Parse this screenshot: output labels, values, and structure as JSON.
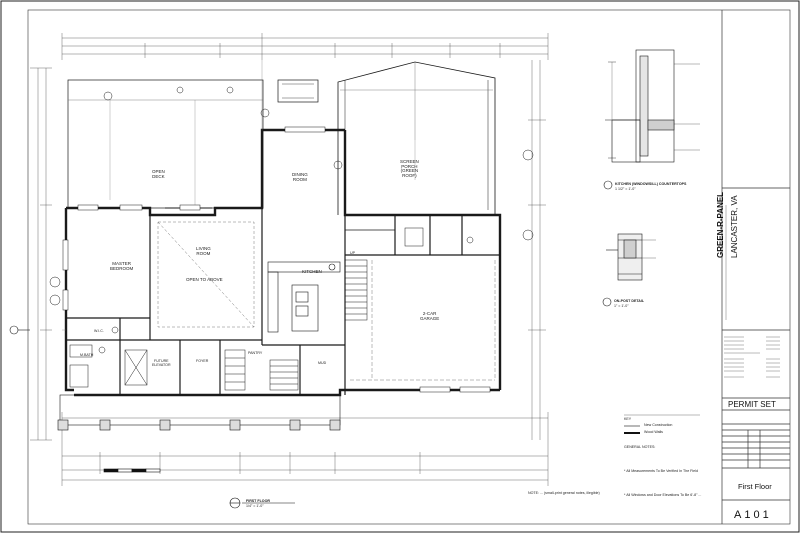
{
  "sheet": {
    "title_line1": "GREEN-R-PANEL",
    "title_line2": "LANCASTER, VA",
    "permit_set": "PERMIT SET",
    "sheet_name": "First Floor",
    "sheet_number": "A101"
  },
  "rooms": {
    "open_deck": "OPEN\nDECK",
    "dining_room": "DINING\nROOM",
    "screened_porch": "SCREEN\nPORCH\n(GREEN\nROOF)",
    "living_room": "LIVING\nROOM",
    "open_to_above": "OPEN TO ABOVE",
    "master_bedroom": "MASTER\nBEDROOM",
    "kitchen": "KITCHEN",
    "two_car_garage": "2-CAR\nGARAGE",
    "mbath": "M.BATH",
    "future_elevator": "FUTURE\nELEVATOR",
    "foyer": "FOYER",
    "pantry": "PANTRY",
    "mud": "MUD",
    "w_i_c": "W.I.C.",
    "up": "UP"
  },
  "views": {
    "floor_plan": "FIRST FLOOR",
    "floor_plan_scale": "1/4\" = 1'-0\"",
    "countertop_detail": "KITCHEN (WINDOWSILL) COUNTERTOPS",
    "countertop_scale": "1 1/2\" = 1'-0\"",
    "header_detail": "ON-POST DETAIL",
    "header_scale": "1\" = 1'-0\""
  },
  "notes": {
    "note_text": "NOTE: ... (small-print general notes, illegible)",
    "key_title": "KEY",
    "key_new": "New Construction",
    "key_wall": "Wood Walls",
    "general_notes": "GENERAL NOTES:",
    "gn1": "* All Measurements To Be Verified In The Field",
    "gn2": "* All Windows and Door Elevations To Be 6'-8\" ..."
  },
  "icons": {
    "north_arrow": "north-arrow-icon",
    "section_marker": "section-marker-icon",
    "detail_bubble": "detail-bubble-icon"
  },
  "colors": {
    "ink": "#1a1a1a",
    "paper": "#ffffff",
    "tint": "#d8d8d8"
  }
}
